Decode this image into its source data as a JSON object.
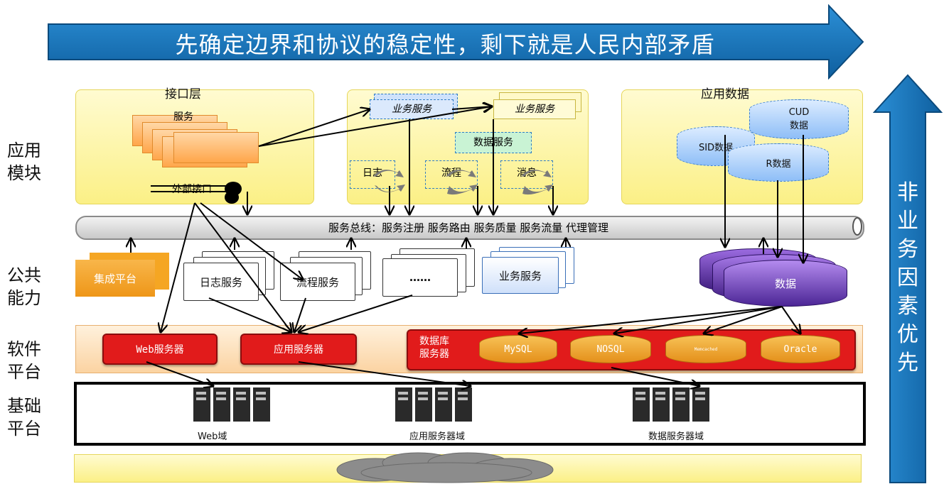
{
  "banner": {
    "text": "先确定边界和协议的稳定性，剩下就是人民内部矛盾"
  },
  "side_banner": {
    "chars": [
      "非",
      "业",
      "务",
      "因",
      "素",
      "优",
      "先"
    ]
  },
  "layers": {
    "app_module": "应用\n模块",
    "public_ability": "公共\n能力",
    "software_platform": "软件\n平台",
    "base_platform": "基础\n平台"
  },
  "interface_layer": {
    "title": "接口层",
    "service_label": "服务",
    "external_interface": "外部接口"
  },
  "business": {
    "service_a": "业务服务",
    "service_b": "业务服务",
    "data_service": "数据服务",
    "log": "日志",
    "flow": "流程",
    "message": "消息"
  },
  "app_data": {
    "title": "应用数据",
    "cud": "CUD\n数据",
    "sid": "SID数据",
    "r": "R数据"
  },
  "bus": {
    "label": "服务总线：服务注册 服务路由 服务质量 服务流量 代理管理"
  },
  "public": {
    "integration": "集成平台",
    "log_service": "日志服务",
    "flow_service": "流程服务",
    "more": "……",
    "biz_service": "业务服务",
    "data": "数据"
  },
  "software": {
    "web_server": "Web服务器",
    "app_server": "应用服务器",
    "db_server": "数据库\n服务器",
    "mysql": "MySQL",
    "nosql": "NOSQL",
    "memcached": "Memcached",
    "oracle": "Oracle"
  },
  "base": {
    "web_domain": "Web域",
    "app_domain": "应用服务器域",
    "data_domain": "数据服务器域"
  },
  "colors": {
    "banner_blue": "#1a7bc4",
    "yellow": "#fbf086",
    "red": "#e11b1b",
    "orange": "#f0a030",
    "purple": "#6b2fa8"
  }
}
